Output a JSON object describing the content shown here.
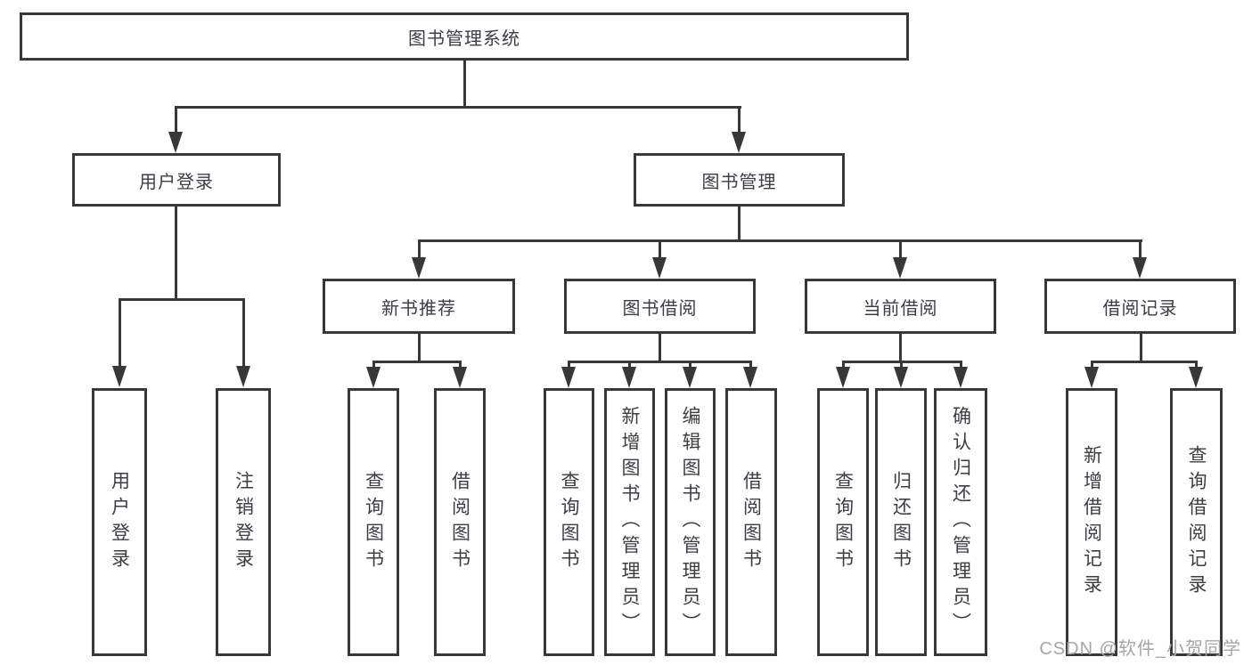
{
  "colors": {
    "line": "#383838",
    "text": "#3d3d45",
    "background": "#ffffff",
    "watermark": "#a6a6a6"
  },
  "watermark": "CSDN @软件_小贺同学",
  "diagram": {
    "root": {
      "label": "图书管理系统"
    },
    "branches": [
      {
        "label": "用户登录",
        "children": [
          {
            "label": "用户登录"
          },
          {
            "label": "注销登录"
          }
        ]
      },
      {
        "label": "图书管理",
        "sections": [
          {
            "label": "新书推荐",
            "children": [
              {
                "label": "查询图书"
              },
              {
                "label": "借阅图书"
              }
            ]
          },
          {
            "label": "图书借阅",
            "children": [
              {
                "label": "查询图书"
              },
              {
                "label": "新增图书（管理员）"
              },
              {
                "label": "编辑图书（管理员）"
              },
              {
                "label": "借阅图书"
              }
            ]
          },
          {
            "label": "当前借阅",
            "children": [
              {
                "label": "查询图书"
              },
              {
                "label": "归还图书"
              },
              {
                "label": "确认归还（管理员）"
              }
            ]
          },
          {
            "label": "借阅记录",
            "children": [
              {
                "label": "新增借阅记录"
              },
              {
                "label": "查询借阅记录"
              }
            ]
          }
        ]
      }
    ]
  }
}
